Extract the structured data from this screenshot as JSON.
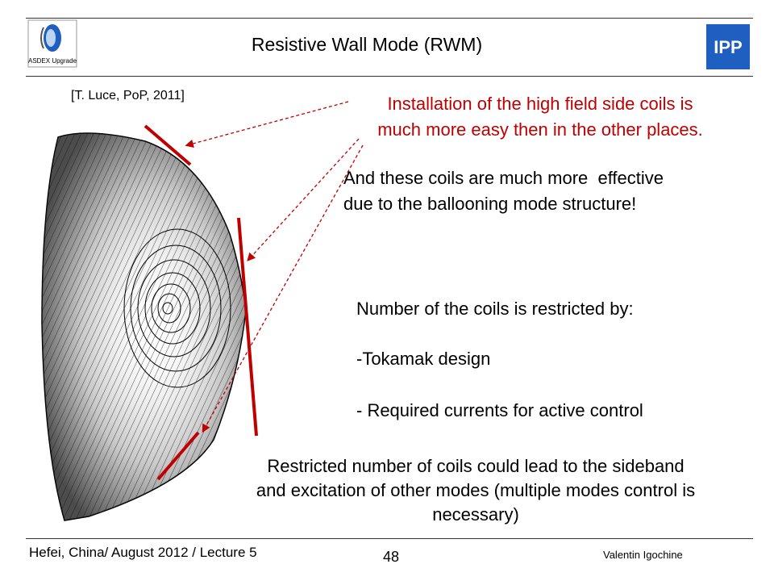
{
  "header": {
    "title": "Resistive Wall Mode (RWM)",
    "logo_left_text": "ASDEX Upgrade",
    "logo_right_text": "IPP"
  },
  "citation": "[T. Luce, PoP, 2011]",
  "red_text": {
    "line1": "Installation of the high field side coils is",
    "line2": "much more easy then in the other places."
  },
  "effective_text": {
    "line1": "And these coils are much more  effective",
    "line2": "due to the ballooning mode structure!"
  },
  "restrictions": {
    "heading": "Number of the coils is restricted by:",
    "item1": "-Tokamak design",
    "item2": "- Required currents for active control"
  },
  "bottom_text": {
    "line1": "Restricted number of coils could lead to the sideband",
    "line2": "and excitation of other modes (multiple modes control is",
    "line3": "necessary)"
  },
  "footer": {
    "left": "Hefei, China/ August 2012 / Lecture 5",
    "page_number": "48",
    "author": "Valentin Igochine"
  },
  "colors": {
    "accent_red": "#c00000",
    "logo_blue": "#1f5fbf"
  }
}
